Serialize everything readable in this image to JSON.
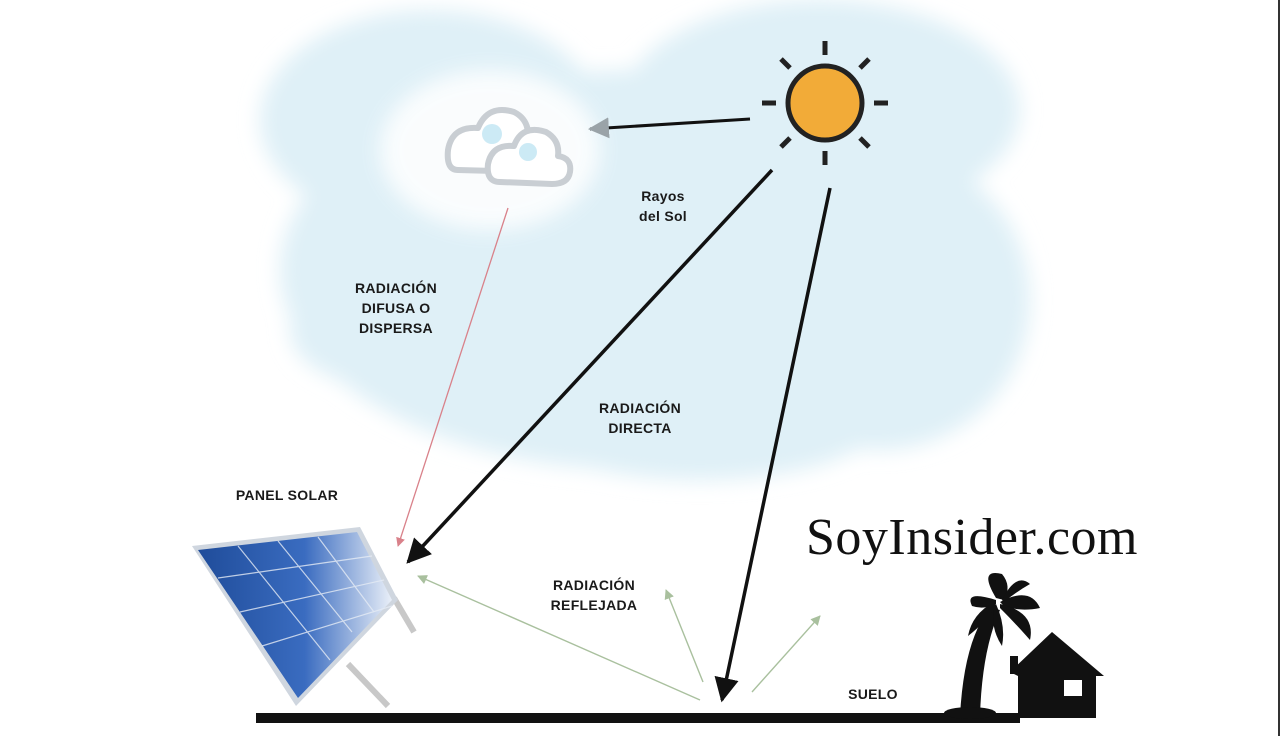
{
  "labels": {
    "rays": [
      "Rayos",
      "del Sol"
    ],
    "diffuse": [
      "RADIACIÓN",
      "DIFUSA O",
      "DISPERSA"
    ],
    "direct": [
      "RADIACIÓN",
      "DIRECTA"
    ],
    "reflected": [
      "RADIACIÓN",
      "REFLEJADA"
    ],
    "panel": "PANEL SOLAR",
    "ground": "SUELO"
  },
  "watermark": "SoyInsider.com",
  "icons": [
    "sun-icon",
    "cloud-icon",
    "solar-panel-icon",
    "palm-tree-icon",
    "house-icon"
  ],
  "colors": {
    "sun": "#f2ab38",
    "sky_blob": "#dff0f7",
    "diffuse_arrow": "#d9818a",
    "reflected_arrow": "#b3c8aa",
    "direct_arrow": "#111111",
    "panel_cells": "#2d5ba8"
  }
}
